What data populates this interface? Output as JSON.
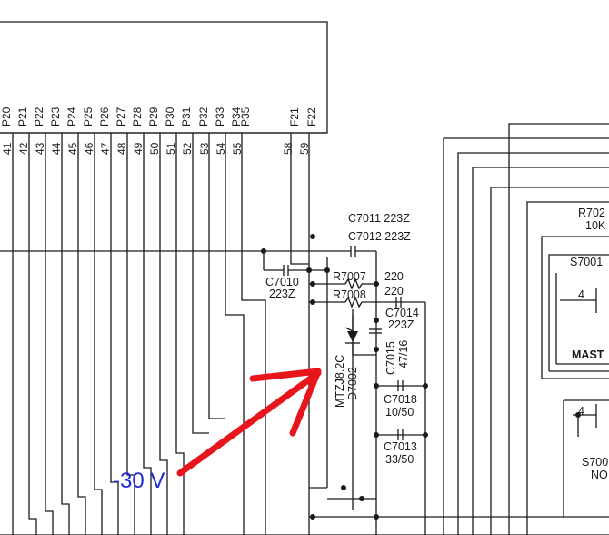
{
  "ic": {
    "pins": [
      {
        "name": "P20",
        "num": "41"
      },
      {
        "name": "P21",
        "num": "42"
      },
      {
        "name": "P22",
        "num": "43"
      },
      {
        "name": "P23",
        "num": "44"
      },
      {
        "name": "P24",
        "num": "45"
      },
      {
        "name": "P25",
        "num": "46"
      },
      {
        "name": "P26",
        "num": "47"
      },
      {
        "name": "P27",
        "num": "48"
      },
      {
        "name": "P28",
        "num": "49"
      },
      {
        "name": "P29",
        "num": "50"
      },
      {
        "name": "P30",
        "num": "51"
      },
      {
        "name": "P31",
        "num": "52"
      },
      {
        "name": "P32",
        "num": "53"
      },
      {
        "name": "P33",
        "num": "54"
      },
      {
        "name": "P34",
        "num": "55"
      },
      {
        "name": "P35",
        "num": "58"
      },
      {
        "name": "F21",
        "num": "59"
      }
    ],
    "extra_pin_name": "F22"
  },
  "components": {
    "c7011": "C7011 223Z",
    "c7012": "C7012 223Z",
    "c7010_ref": "C7010",
    "c7010_val": "223Z",
    "r7007": "R7007",
    "r7007_val": "220",
    "r7008": "R7008",
    "r7008_val": "220",
    "c7014_ref": "C7014",
    "c7014_val": "223Z",
    "c7015_ref": "C7015",
    "c7015_val": "47/16",
    "zener_part": "MTZJ8.2C",
    "zener_ref": "D7002",
    "c7018_ref": "C7018",
    "c7018_val": "10/50",
    "c7013_ref": "C7013",
    "c7013_val": "33/50"
  },
  "right_block": {
    "r702_ref": "R702",
    "r702_val": "10K",
    "s7001": "S7001",
    "pin4_top": "4",
    "pin4_bottom": "4",
    "mast": "MAST",
    "s700": "S700",
    "no": "NO"
  },
  "annotation": {
    "text": "-30 V",
    "text_color": "#1f2bd6",
    "arrow_color": "#e8161c"
  }
}
